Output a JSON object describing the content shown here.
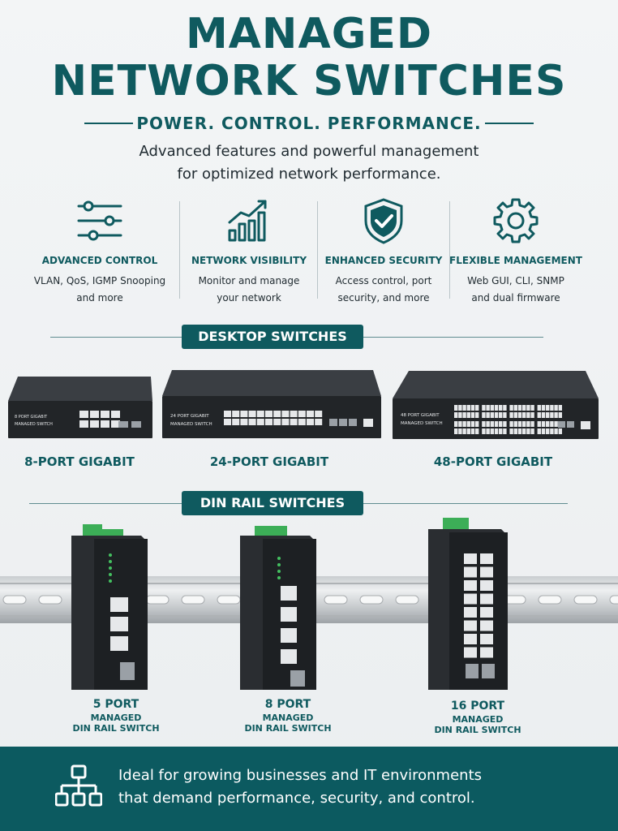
{
  "header": {
    "title_line1": "MANAGED",
    "title_line2": "NETWORK SWITCHES",
    "tagline": "POWER. CONTROL. PERFORMANCE.",
    "description_line1": "Advanced features and powerful management",
    "description_line2": "for optimized network performance."
  },
  "features": [
    {
      "icon": "sliders-icon",
      "title": "ADVANCED CONTROL",
      "line1": "VLAN, QoS, IGMP Snooping",
      "line2": "and more"
    },
    {
      "icon": "bar-chart-icon",
      "title": "NETWORK VISIBILITY",
      "line1": "Monitor and manage",
      "line2": "your network"
    },
    {
      "icon": "shield-check-icon",
      "title": "ENHANCED SECURITY",
      "line1": "Access control, port",
      "line2": "security, and more"
    },
    {
      "icon": "gear-icon",
      "title": "FLEXIBLE MANAGEMENT",
      "line1": "Web GUI, CLI, SNMP",
      "line2": "and dual firmware"
    }
  ],
  "desktop": {
    "banner": "DESKTOP SWITCHES",
    "products": [
      {
        "device_text1": "8 PORT GIGABIT",
        "device_text2": "MANAGED SWITCH",
        "label": "8-PORT GIGABIT"
      },
      {
        "device_text1": "24 PORT GIGABIT",
        "device_text2": "MANAGED SWITCH",
        "label": "24-PORT GIGABIT"
      },
      {
        "device_text1": "48 PORT GIGABIT",
        "device_text2": "MANAGED SWITCH",
        "label": "48-PORT GIGABIT"
      }
    ]
  },
  "din": {
    "banner": "DIN RAIL SWITCHES",
    "products": [
      {
        "line1": "5 PORT",
        "line2": "MANAGED",
        "line3": "DIN RAIL SWITCH"
      },
      {
        "line1": "8 PORT",
        "line2": "MANAGED",
        "line3": "DIN RAIL SWITCH"
      },
      {
        "line1": "16 PORT",
        "line2": "MANAGED",
        "line3": "DIN RAIL SWITCH"
      }
    ]
  },
  "footer": {
    "icon": "network-hierarchy-icon",
    "line1": "Ideal for growing businesses and IT environments",
    "line2": "that demand performance, security, and control."
  },
  "colors": {
    "brand": "#0f5a5f",
    "footer_bg": "#0c5a60",
    "device": "#2a2d31"
  }
}
